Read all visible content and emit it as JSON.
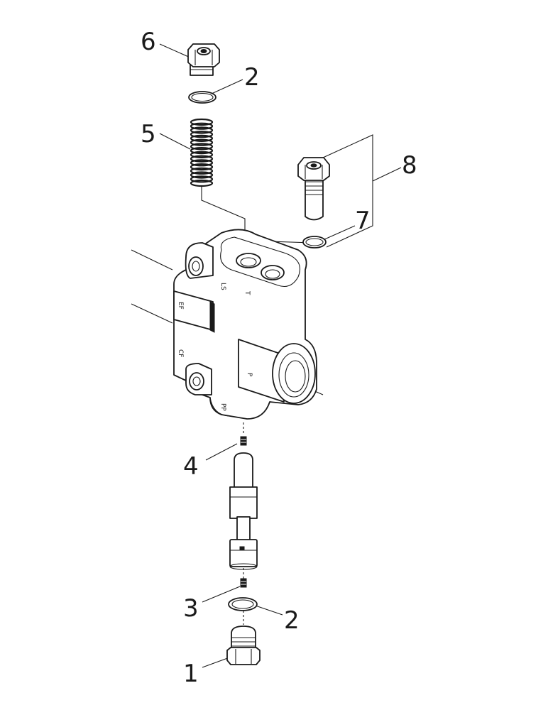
{
  "diagram": {
    "callouts": [
      {
        "id": "c6",
        "label": "6"
      },
      {
        "id": "c2a",
        "label": "2"
      },
      {
        "id": "c5",
        "label": "5"
      },
      {
        "id": "c8",
        "label": "8"
      },
      {
        "id": "c7",
        "label": "7"
      },
      {
        "id": "c4",
        "label": "4"
      },
      {
        "id": "c3",
        "label": "3"
      },
      {
        "id": "c2b",
        "label": "2"
      },
      {
        "id": "c1",
        "label": "1"
      }
    ],
    "port_marks": {
      "ls": "LS",
      "t": "T",
      "cf": "CF",
      "ef": "EF",
      "p": "P",
      "pp": "PP"
    }
  }
}
